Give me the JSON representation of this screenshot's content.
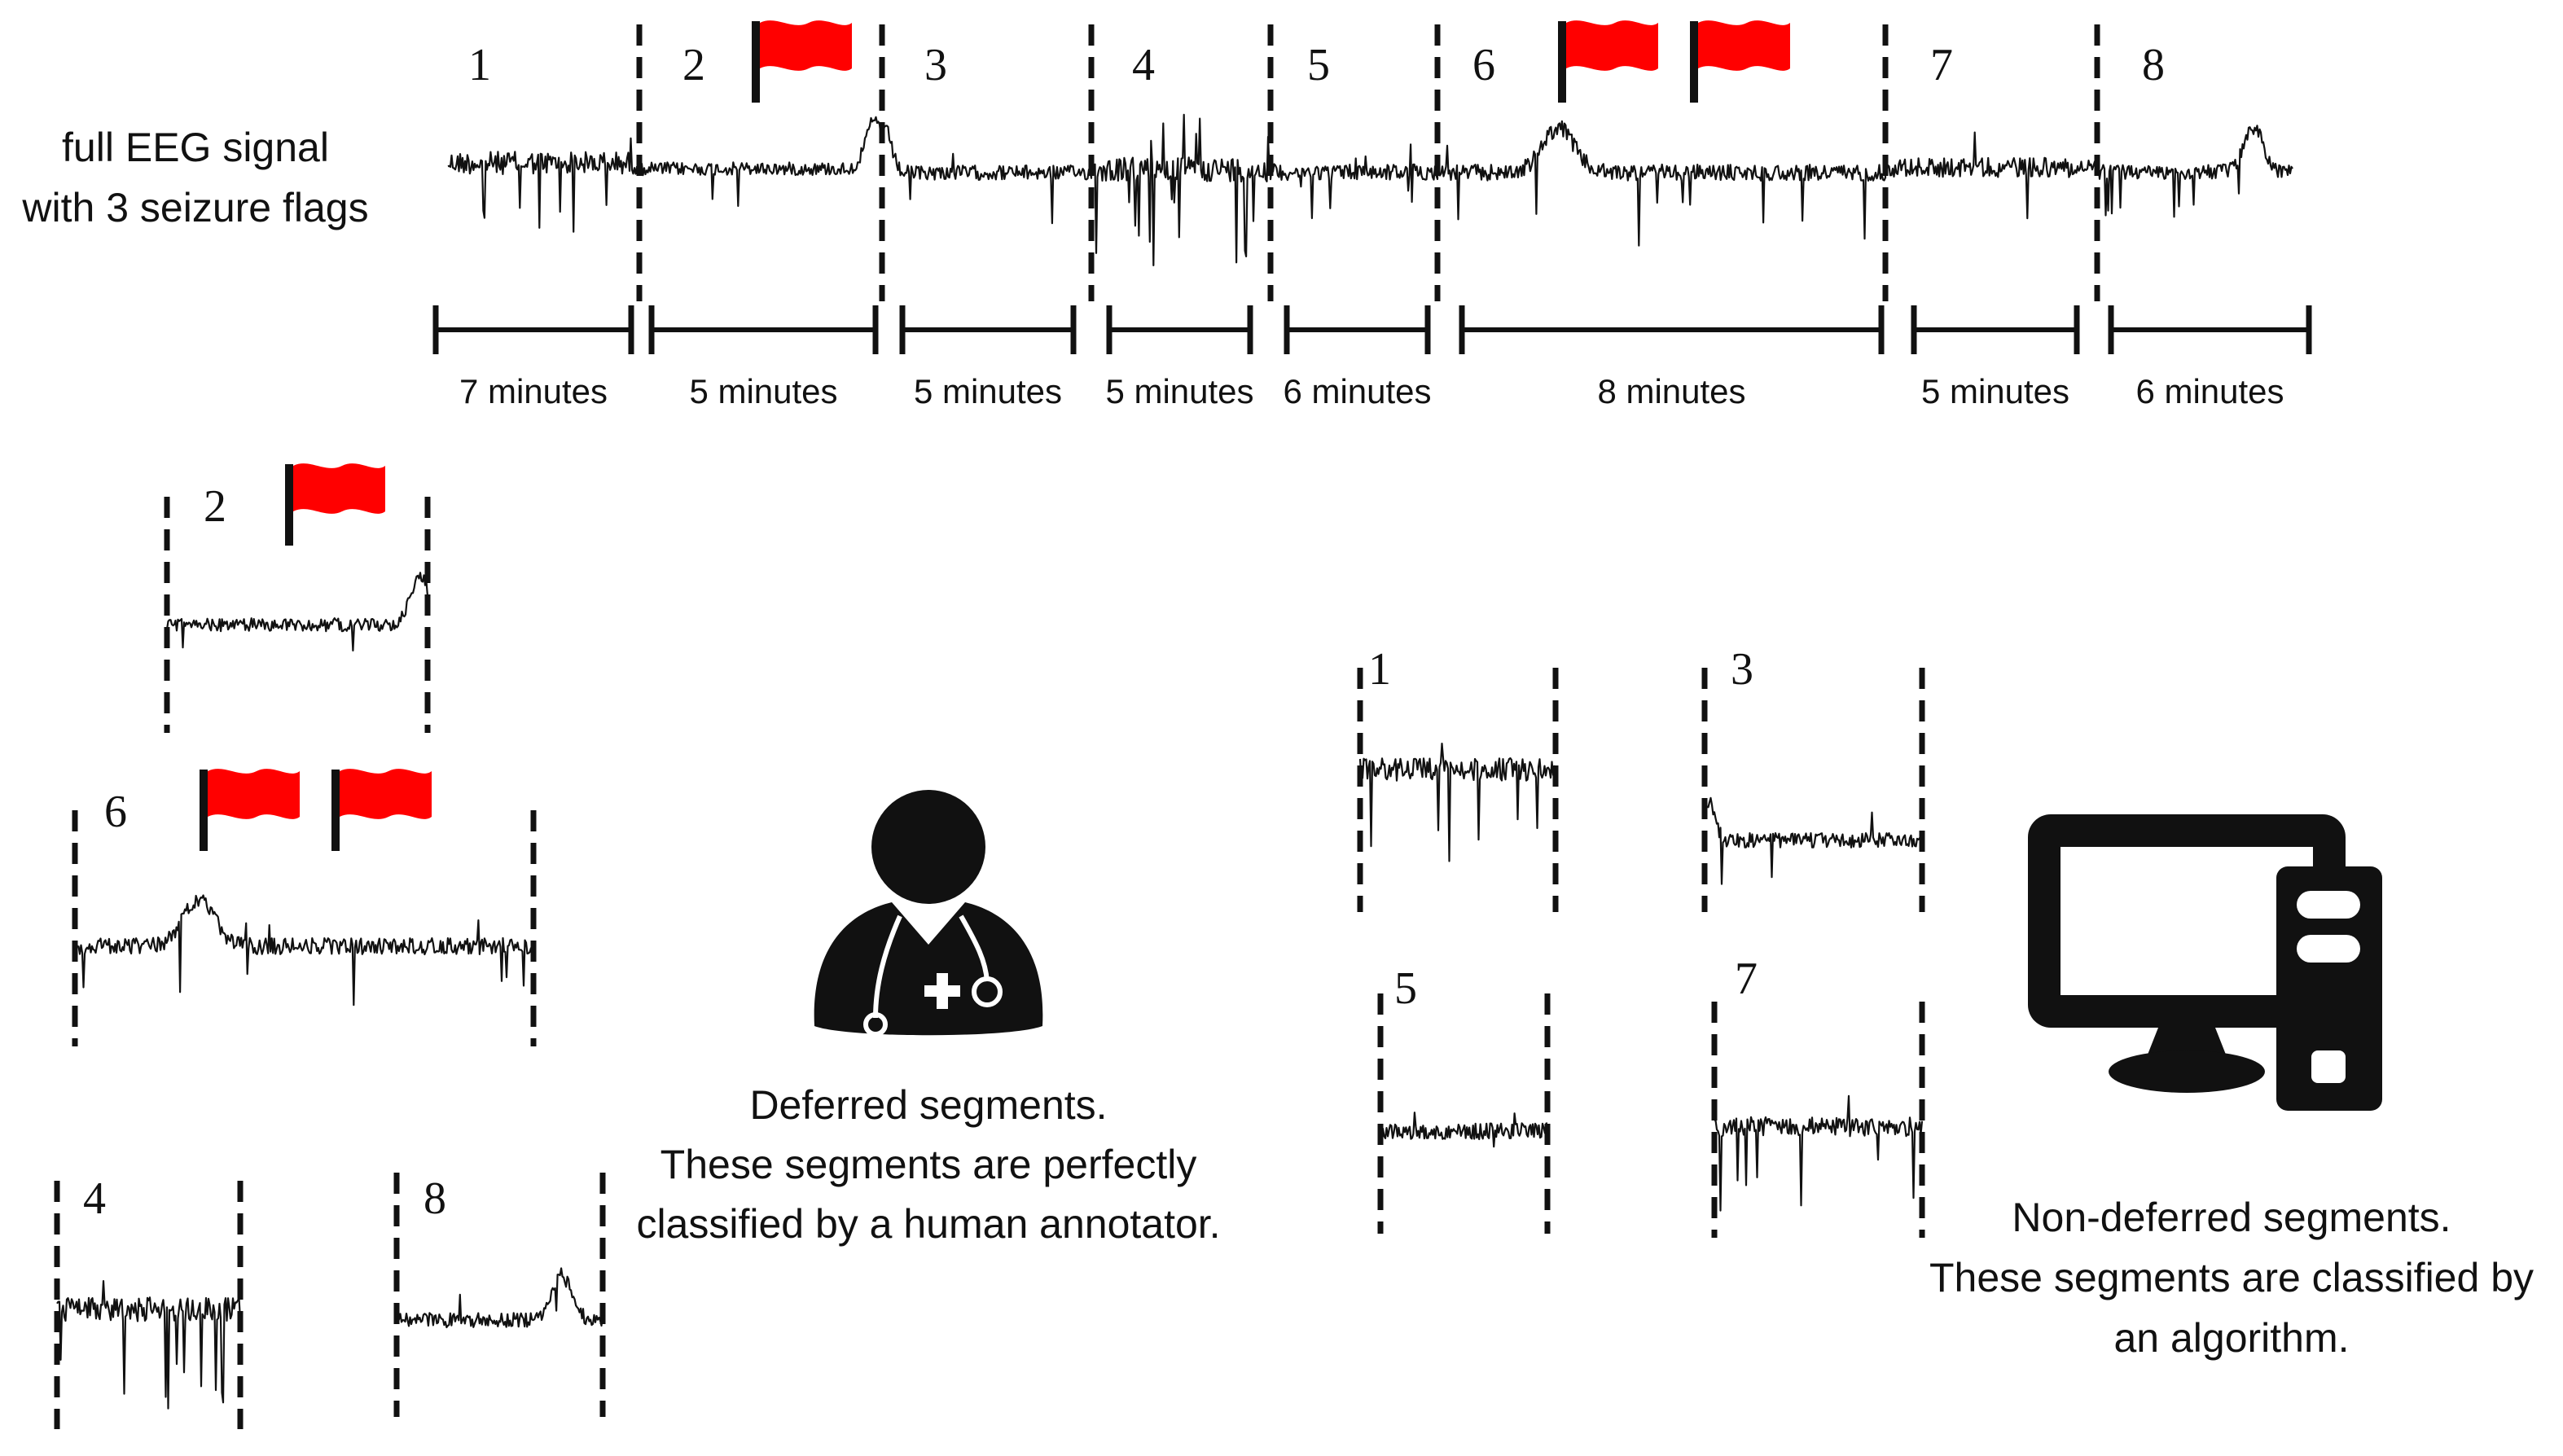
{
  "full_signal_label": [
    "full EEG signal",
    "with 3 seizure flags"
  ],
  "segments": [
    {
      "number": "1",
      "duration": "7 minutes",
      "flags": 0
    },
    {
      "number": "2",
      "duration": "5 minutes",
      "flags": 1
    },
    {
      "number": "3",
      "duration": "5 minutes",
      "flags": 0
    },
    {
      "number": "4",
      "duration": "5 minutes",
      "flags": 0
    },
    {
      "number": "5",
      "duration": "6 minutes",
      "flags": 0
    },
    {
      "number": "6",
      "duration": "8 minutes",
      "flags": 2
    },
    {
      "number": "7",
      "duration": "5 minutes",
      "flags": 0
    },
    {
      "number": "8",
      "duration": "6 minutes",
      "flags": 0
    }
  ],
  "deferred": {
    "segments": [
      "2",
      "6",
      "4",
      "8"
    ],
    "caption": [
      "Deferred segments.",
      "These segments are perfectly",
      "classified by a human annotator."
    ],
    "icon": "doctor-icon"
  },
  "non_deferred": {
    "segments": [
      "1",
      "3",
      "5",
      "7"
    ],
    "caption": [
      "Non-deferred segments.",
      "These segments are classified by",
      "an algorithm."
    ],
    "icon": "computer-icon"
  },
  "colors": {
    "flag": "#ff0000",
    "signal": "#111111"
  }
}
